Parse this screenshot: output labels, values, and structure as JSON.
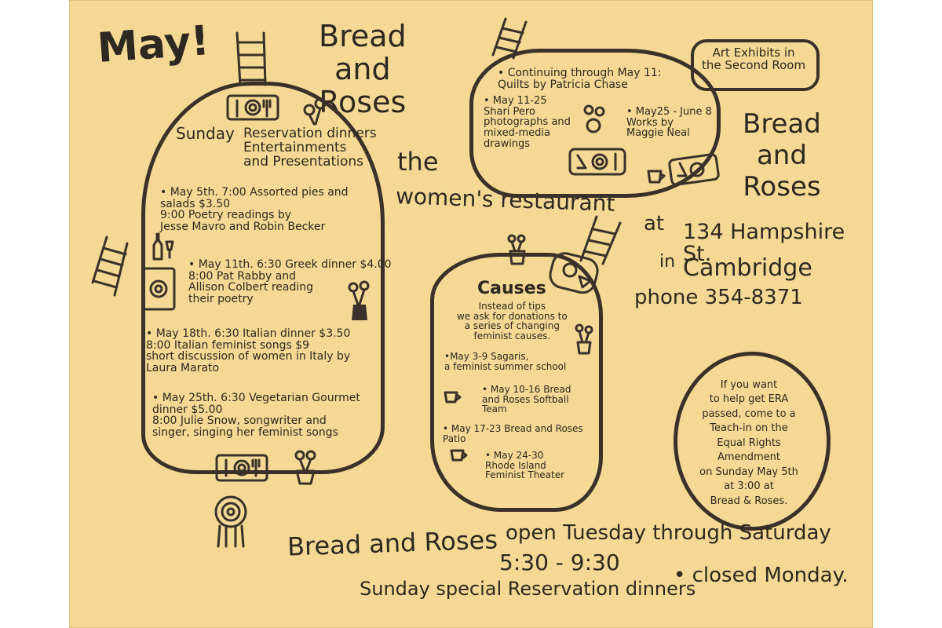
{
  "header": {
    "may": "May!",
    "title_top": "Bread\nand\nRoses",
    "subtitle_the": "the",
    "subtitle_restaurant": "women's restaurant"
  },
  "sunday_box": {
    "heading_day": "Sunday",
    "heading_main": "Reservation dinners\nEntertainments\nand Presentations",
    "events": [
      "• May 5th. 7:00 Assorted pies and\n   salads $3.50\n9:00 Poetry readings by\n     Jesse Mavro and Robin Becker",
      "• May 11th. 6:30 Greek dinner $4.00\n   8:00 Pat Rabby and\nAllison Colbert reading\n   their poetry",
      "• May 18th. 6:30 Italian dinner $3.50\n   8:00 Italian feminist songs $9\nshort discussion of women in Italy by\nLaura Marato",
      "• May 25th. 6:30 Vegetarian Gourmet\n         dinner $5.00\n8:00 Julie Snow, songwriter and\nsinger, singing her feminist songs"
    ]
  },
  "art_box": {
    "label": "Art Exhibits in\nthe Second Room",
    "item1": "• Continuing through May 11:\n      Quilts by Patricia Chase",
    "item2": "• May 11-25\nShari Pero\nphotographs and\nmixed-media\ndrawings",
    "item3": "• May25 - June 8\nWorks by\nMaggie Neal"
  },
  "right_title": "Bread\nand\nRoses",
  "address": {
    "at": "at",
    "street": "134 Hampshire St.",
    "in": "in",
    "city": "Cambridge",
    "phone": "phone 354-8371"
  },
  "causes_box": {
    "heading": "Causes",
    "intro": "Instead of tips\nwe ask for donations to\na series of changing\nfeminist causes.",
    "item1": "•May 3-9 Sagaris,\na feminist summer school",
    "item2": "• May 10-16 Bread\nand Roses Softball\nTeam",
    "item3": "• May 17-23 Bread and Roses\nPatio",
    "item4": "• May 24-30\nRhode Island\nFeminist Theater"
  },
  "era_circle": {
    "text": "If you want\nto help get ERA\npassed, come to a\nTeach-in on the\nEqual Rights\nAmendment\non Sunday May 5th\nat 3:00 at\nBread & Roses."
  },
  "footer": {
    "brand": "Bread and Roses",
    "open": "open Tuesday through Saturday",
    "hours": "5:30 - 9:30",
    "sunday": "Sunday special Reservation dinners",
    "closed": "• closed Monday."
  }
}
